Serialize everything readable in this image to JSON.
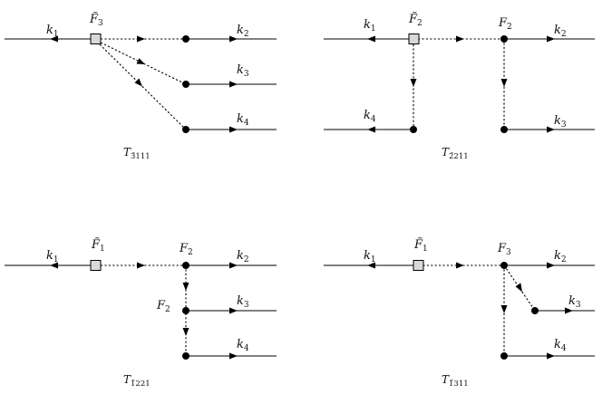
{
  "diagrams": [
    {
      "caption": {
        "main": "T",
        "sub": "3̄111"
      },
      "labels": [
        {
          "id": "k1",
          "main": "k",
          "sub": "1"
        },
        {
          "id": "F3t",
          "main": "F̃",
          "sub": "3"
        },
        {
          "id": "k2",
          "main": "k",
          "sub": "2"
        },
        {
          "id": "k3",
          "main": "k",
          "sub": "3"
        },
        {
          "id": "k4",
          "main": "k",
          "sub": "4"
        }
      ]
    },
    {
      "caption": {
        "main": "T",
        "sub": "2̄211"
      },
      "labels": [
        {
          "id": "k1",
          "main": "k",
          "sub": "1"
        },
        {
          "id": "F2t",
          "main": "F̃",
          "sub": "2"
        },
        {
          "id": "F2",
          "main": "F",
          "sub": "2"
        },
        {
          "id": "k2",
          "main": "k",
          "sub": "2"
        },
        {
          "id": "k4",
          "main": "k",
          "sub": "4"
        },
        {
          "id": "k3",
          "main": "k",
          "sub": "3"
        }
      ]
    },
    {
      "caption": {
        "main": "T",
        "sub": "1̄221"
      },
      "labels": [
        {
          "id": "k1",
          "main": "k",
          "sub": "1"
        },
        {
          "id": "F1t",
          "main": "F̃",
          "sub": "1"
        },
        {
          "id": "F2a",
          "main": "F",
          "sub": "2"
        },
        {
          "id": "k2",
          "main": "k",
          "sub": "2"
        },
        {
          "id": "F2b",
          "main": "F",
          "sub": "2"
        },
        {
          "id": "k3",
          "main": "k",
          "sub": "3"
        },
        {
          "id": "k4",
          "main": "k",
          "sub": "4"
        }
      ]
    },
    {
      "caption": {
        "main": "T",
        "sub": "1̄311"
      },
      "labels": [
        {
          "id": "k1",
          "main": "k",
          "sub": "1"
        },
        {
          "id": "F1t",
          "main": "F̃",
          "sub": "1"
        },
        {
          "id": "F3",
          "main": "F",
          "sub": "3"
        },
        {
          "id": "k2",
          "main": "k",
          "sub": "2"
        },
        {
          "id": "k3",
          "main": "k",
          "sub": "3"
        },
        {
          "id": "k4",
          "main": "k",
          "sub": "4"
        }
      ]
    }
  ],
  "colors": {
    "square_fill": "#d9d9d9",
    "line": "#000000"
  }
}
